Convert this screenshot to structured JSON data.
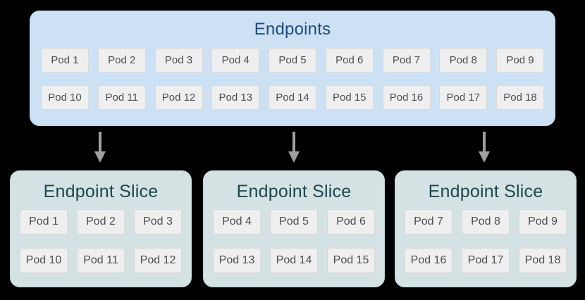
{
  "colors": {
    "page_bg": "#000000",
    "endpoints_box_bg": "#cde1f4",
    "endpoints_box_border": "#bad3ec",
    "endpoints_title_color": "#1d4b7c",
    "slice_box_bg": "#d4e2e4",
    "slice_box_border": "#bed3d5",
    "slice_title_color": "#21464f",
    "pod_bg": "#efefef",
    "pod_border": "#d9d9d9",
    "pod_text_color": "#4c4f52",
    "arrow_color": "#9e9fa2"
  },
  "icons": {
    "down_arrow": "down-arrow"
  },
  "endpoints": {
    "title": "Endpoints",
    "rows": [
      [
        "Pod 1",
        "Pod 2",
        "Pod 3",
        "Pod 4",
        "Pod 5",
        "Pod 6",
        "Pod 7",
        "Pod 8",
        "Pod 9"
      ],
      [
        "Pod 10",
        "Pod 11",
        "Pod 12",
        "Pod 13",
        "Pod 14",
        "Pod 15",
        "Pod 16",
        "Pod 17",
        "Pod 18"
      ]
    ]
  },
  "slices": [
    {
      "title": "Endpoint Slice",
      "rows": [
        [
          "Pod 1",
          "Pod 2",
          "Pod 3"
        ],
        [
          "Pod 10",
          "Pod 11",
          "Pod 12"
        ]
      ]
    },
    {
      "title": "Endpoint Slice",
      "rows": [
        [
          "Pod 4",
          "Pod 5",
          "Pod 6"
        ],
        [
          "Pod 13",
          "Pod 14",
          "Pod 15"
        ]
      ]
    },
    {
      "title": "Endpoint Slice",
      "rows": [
        [
          "Pod 7",
          "Pod 8",
          "Pod 9"
        ],
        [
          "Pod 16",
          "Pod 17",
          "Pod 18"
        ]
      ]
    }
  ]
}
